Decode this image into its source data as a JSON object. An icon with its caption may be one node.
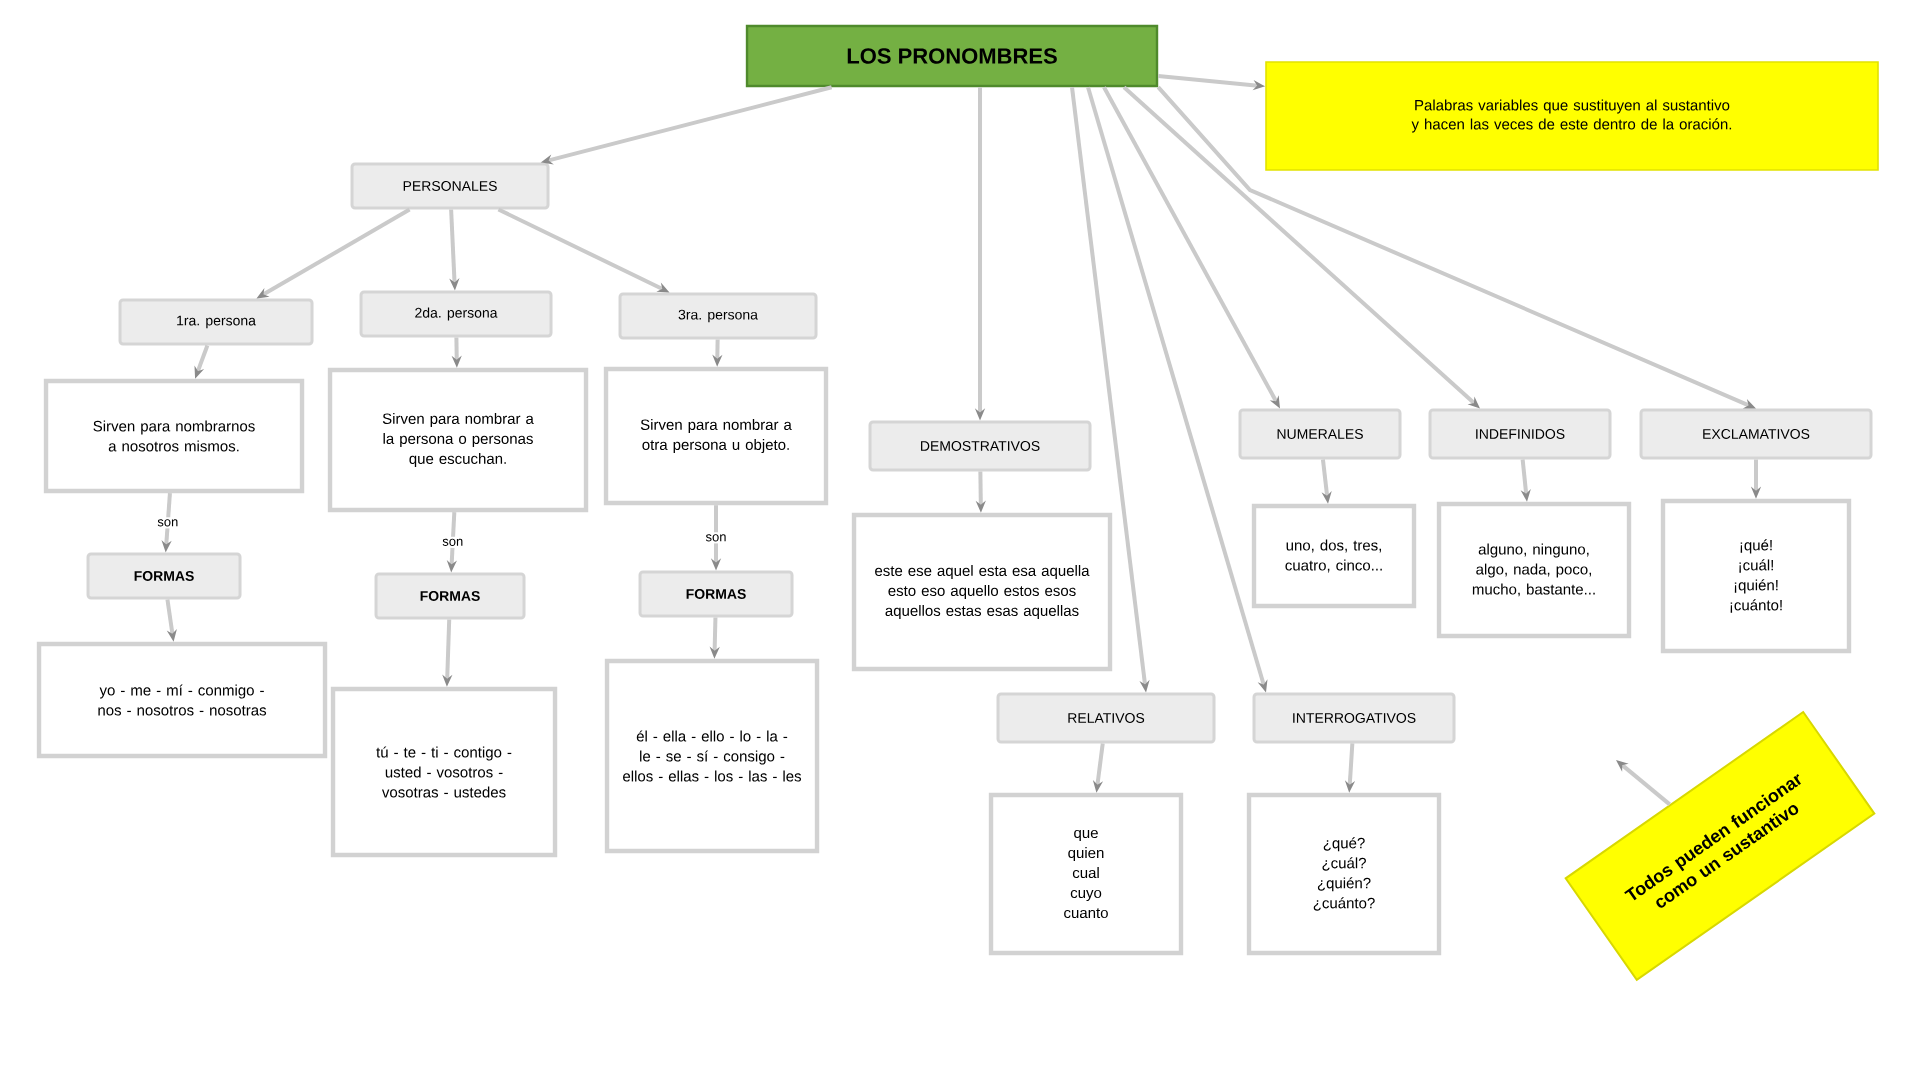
{
  "diagram": {
    "nodes": [
      {
        "text": [
          "LOS PRONOMBRES"
        ]
      },
      {
        "text": [
          "Palabras variables que sustituyen al sustantivo y hacen las veces de este dentro de la oración."
        ]
      },
      {
        "text": [
          "PERSONALES"
        ]
      },
      {
        "text": [
          "1ra. persona"
        ]
      },
      {
        "text": [
          "2da. persona"
        ]
      },
      {
        "text": [
          "3ra. persona"
        ]
      },
      {
        "text": [
          "Sirven para nombrarnos a nosotros mismos."
        ]
      },
      {
        "text": [
          "Sirven para nombrar a la persona o personas que escuchan."
        ]
      },
      {
        "text": [
          "Sirven para nombrar a otra persona u objeto."
        ]
      },
      {
        "text": [
          "FORMAS"
        ]
      },
      {
        "text": [
          "FORMAS"
        ]
      },
      {
        "text": [
          "FORMAS"
        ]
      },
      {
        "text": [
          "yo - me - mí - conmigo - nos - nosotros - nosotras"
        ]
      },
      {
        "text": [
          "tú - te - ti - contigo - usted - vosotros - vosotras - ustedes"
        ]
      },
      {
        "text": [
          "él - ella - ello - lo - la - le - se - sí - consigo - ellos - ellas - los - las - les"
        ]
      },
      {
        "text": [
          "DEMOSTRATIVOS"
        ]
      },
      {
        "text": [
          "este ese aquel esta esa aquella esto eso aquello estos esos aquellos estas esas aquellas"
        ]
      },
      {
        "text": [
          "RELATIVOS"
        ]
      },
      {
        "text": [
          "que quien cual cuyo cuanto"
        ]
      },
      {
        "text": [
          "INTERROGATIVOS"
        ]
      },
      {
        "text": [
          "¿qué? ¿cuál? ¿quién? ¿cuánto?"
        ]
      },
      {
        "text": [
          "NUMERALES"
        ]
      },
      {
        "text": [
          "uno, dos, tres, cuatro, cinco..."
        ]
      },
      {
        "text": [
          "INDEFINIDOS"
        ]
      },
      {
        "text": [
          "alguno, ninguno, algo, nada, poco, mucho, bastante..."
        ]
      },
      {
        "text": [
          "EXCLAMATIVOS"
        ]
      },
      {
        "text": [
          "¡qué! ¡cuál! ¡quién! ¡cuánto!"
        ]
      },
      {
        "text": [
          "Todos pueden funcionar como un sustantivo"
        ]
      }
    ],
    "edges": [
      {
        "from": 0,
        "to": 1,
        "arrow": "to"
      },
      {
        "from": 0,
        "to": 2,
        "arrow": "to"
      },
      {
        "from": 2,
        "to": 3,
        "arrow": "to"
      },
      {
        "from": 2,
        "to": 4,
        "arrow": "to"
      },
      {
        "from": 2,
        "to": 5,
        "arrow": "to"
      },
      {
        "from": 3,
        "to": 6,
        "arrow": "to"
      },
      {
        "from": 4,
        "to": 7,
        "arrow": "to"
      },
      {
        "from": 5,
        "to": 8,
        "arrow": "to"
      },
      {
        "from": 6,
        "to": 9,
        "arrow": "to",
        "label": "son"
      },
      {
        "from": 7,
        "to": 10,
        "arrow": "to",
        "label": "son"
      },
      {
        "from": 8,
        "to": 11,
        "arrow": "to",
        "label": "son"
      },
      {
        "from": 9,
        "to": 12,
        "arrow": "to"
      },
      {
        "from": 10,
        "to": 13,
        "arrow": "to"
      },
      {
        "from": 11,
        "to": 14,
        "arrow": "to"
      },
      {
        "from": 0,
        "to": 15,
        "arrow": "to"
      },
      {
        "from": 15,
        "to": 16,
        "arrow": "to"
      },
      {
        "from": 0,
        "to": 17,
        "arrow": "to"
      },
      {
        "from": 17,
        "to": 18,
        "arrow": "to"
      },
      {
        "from": 0,
        "to": 19,
        "arrow": "to"
      },
      {
        "from": 19,
        "to": 20,
        "arrow": "to"
      },
      {
        "from": 0,
        "to": 21,
        "arrow": "to"
      },
      {
        "from": 21,
        "to": 22,
        "arrow": "to"
      },
      {
        "from": 0,
        "to": 23,
        "arrow": "to"
      },
      {
        "from": 23,
        "to": 24,
        "arrow": "to"
      },
      {
        "from": 0,
        "to": 25,
        "arrow": "to"
      },
      {
        "from": 25,
        "to": 26,
        "arrow": "to"
      },
      {
        "from": 27,
        "to": null,
        "arrow": "to"
      }
    ]
  }
}
